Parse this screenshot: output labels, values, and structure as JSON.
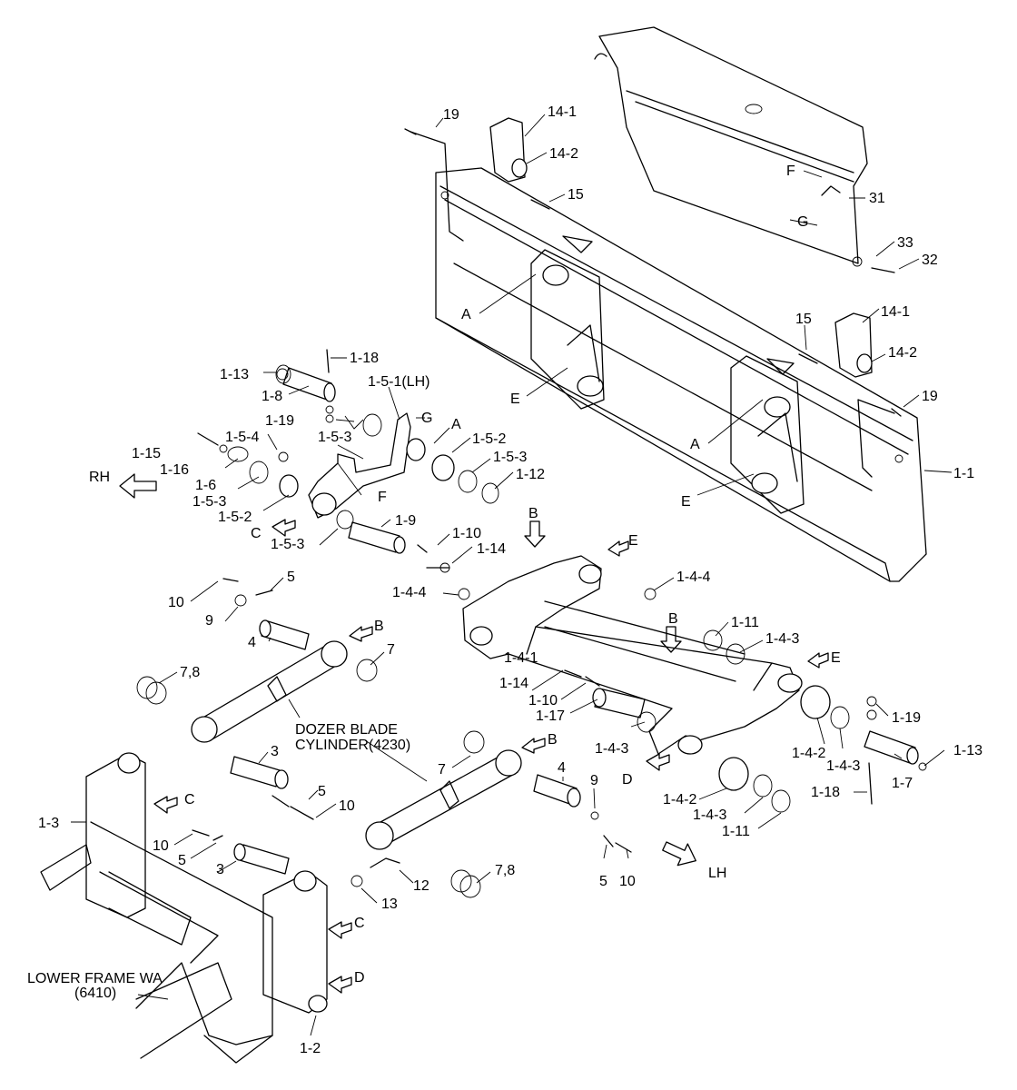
{
  "callouts": [
    {
      "id": "c1",
      "text": "19"
    },
    {
      "id": "c2",
      "text": "14-1"
    },
    {
      "id": "c3",
      "text": "14-2"
    },
    {
      "id": "c4",
      "text": "15"
    },
    {
      "id": "c5",
      "text": "F"
    },
    {
      "id": "c6",
      "text": "31"
    },
    {
      "id": "c7",
      "text": "G"
    },
    {
      "id": "c8",
      "text": "33"
    },
    {
      "id": "c9",
      "text": "32"
    },
    {
      "id": "c10",
      "text": "A"
    },
    {
      "id": "c11",
      "text": "15"
    },
    {
      "id": "c12",
      "text": "14-1"
    },
    {
      "id": "c13",
      "text": "14-2"
    },
    {
      "id": "c14",
      "text": "1-13"
    },
    {
      "id": "c15",
      "text": "1-18"
    },
    {
      "id": "c16",
      "text": "1-8"
    },
    {
      "id": "c17",
      "text": "1-5-1(LH)"
    },
    {
      "id": "c18",
      "text": "G"
    },
    {
      "id": "c19",
      "text": "1-19"
    },
    {
      "id": "c20",
      "text": "E"
    },
    {
      "id": "c21",
      "text": "19"
    },
    {
      "id": "c22",
      "text": "1-5-3"
    },
    {
      "id": "c23",
      "text": "A"
    },
    {
      "id": "c24",
      "text": "1-15"
    },
    {
      "id": "c25",
      "text": "1-5-4"
    },
    {
      "id": "c26",
      "text": "1-5-2"
    },
    {
      "id": "c27",
      "text": "A"
    },
    {
      "id": "c28",
      "text": "1-16"
    },
    {
      "id": "c29",
      "text": "1-5-3"
    },
    {
      "id": "c30",
      "text": "1-1"
    },
    {
      "id": "c31",
      "text": "RH"
    },
    {
      "id": "c32",
      "text": "1-6"
    },
    {
      "id": "c33",
      "text": "1-12"
    },
    {
      "id": "c34",
      "text": "1-5-3"
    },
    {
      "id": "c35",
      "text": "F"
    },
    {
      "id": "c36",
      "text": "E"
    },
    {
      "id": "c37",
      "text": "1-5-2"
    },
    {
      "id": "c38",
      "text": "B"
    },
    {
      "id": "c39",
      "text": "C"
    },
    {
      "id": "c40",
      "text": "1-9"
    },
    {
      "id": "c41",
      "text": "E"
    },
    {
      "id": "c42",
      "text": "1-5-3"
    },
    {
      "id": "c43",
      "text": "1-10"
    },
    {
      "id": "c44",
      "text": "1-14"
    },
    {
      "id": "c45",
      "text": "5"
    },
    {
      "id": "c46",
      "text": "1-4-4"
    },
    {
      "id": "c47",
      "text": "1-4-4"
    },
    {
      "id": "c48",
      "text": "10"
    },
    {
      "id": "c49",
      "text": "9"
    },
    {
      "id": "c50",
      "text": "B"
    },
    {
      "id": "c51",
      "text": "B"
    },
    {
      "id": "c52",
      "text": "1-11"
    },
    {
      "id": "c53",
      "text": "4"
    },
    {
      "id": "c54",
      "text": "7"
    },
    {
      "id": "c55",
      "text": "1-4-1"
    },
    {
      "id": "c56",
      "text": "1-4-3"
    },
    {
      "id": "c57",
      "text": "E"
    },
    {
      "id": "c58",
      "text": "7,8"
    },
    {
      "id": "c59",
      "text": "1-14"
    },
    {
      "id": "c60",
      "text": "1-10"
    },
    {
      "id": "c61",
      "text": "1-19"
    },
    {
      "id": "c62",
      "text": "1-17"
    },
    {
      "id": "c63",
      "text": "1-13"
    },
    {
      "id": "c64",
      "text": "DOZER BLADE"
    },
    {
      "id": "c65",
      "text": "CYLINDER(4230)"
    },
    {
      "id": "c66",
      "text": "B"
    },
    {
      "id": "c67",
      "text": "3"
    },
    {
      "id": "c68",
      "text": "7"
    },
    {
      "id": "c69",
      "text": "1-4-3"
    },
    {
      "id": "c70",
      "text": "1-4-2"
    },
    {
      "id": "c71",
      "text": "1-4-3"
    },
    {
      "id": "c72",
      "text": "4"
    },
    {
      "id": "c73",
      "text": "D"
    },
    {
      "id": "c74",
      "text": "9"
    },
    {
      "id": "c75",
      "text": "1-7"
    },
    {
      "id": "c76",
      "text": "C"
    },
    {
      "id": "c77",
      "text": "5"
    },
    {
      "id": "c78",
      "text": "1-4-2"
    },
    {
      "id": "c79",
      "text": "1-18"
    },
    {
      "id": "c80",
      "text": "1-3"
    },
    {
      "id": "c81",
      "text": "10"
    },
    {
      "id": "c82",
      "text": "1-4-3"
    },
    {
      "id": "c83",
      "text": "10"
    },
    {
      "id": "c84",
      "text": "1-11"
    },
    {
      "id": "c85",
      "text": "5"
    },
    {
      "id": "c86",
      "text": "3"
    },
    {
      "id": "c87",
      "text": "7,8"
    },
    {
      "id": "c88",
      "text": "LH"
    },
    {
      "id": "c89",
      "text": "12"
    },
    {
      "id": "c90",
      "text": "5"
    },
    {
      "id": "c91",
      "text": "10"
    },
    {
      "id": "c92",
      "text": "13"
    },
    {
      "id": "c93",
      "text": "C"
    },
    {
      "id": "c94",
      "text": "LOWER FRAME WA"
    },
    {
      "id": "c95",
      "text": "(6410)"
    },
    {
      "id": "c96",
      "text": "D"
    },
    {
      "id": "c97",
      "text": "1-2"
    }
  ]
}
